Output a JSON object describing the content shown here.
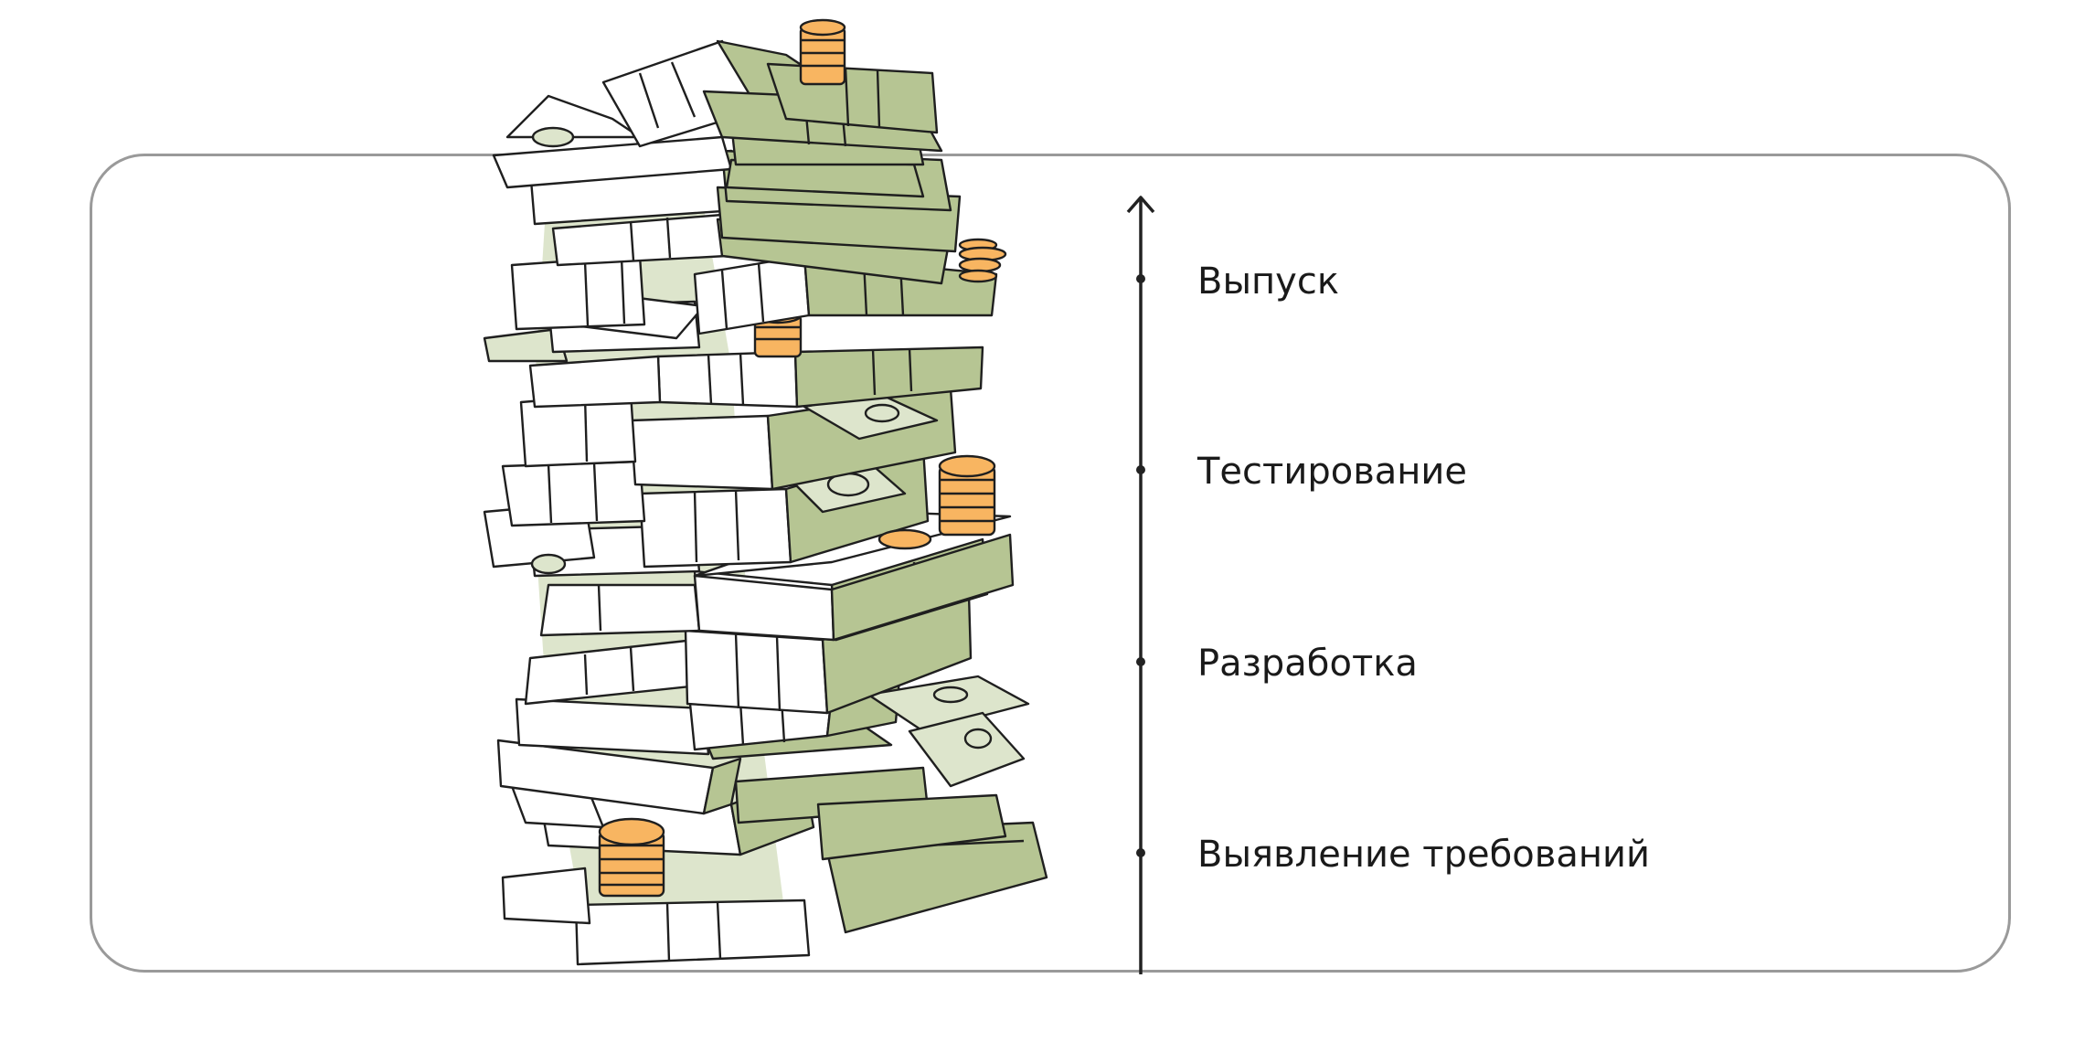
{
  "stages": [
    {
      "label": "Выпуск"
    },
    {
      "label": "Тестирование"
    },
    {
      "label": "Разработка"
    },
    {
      "label": "Выявление требований"
    }
  ],
  "illustration": {
    "icon": "money-stack-icon"
  },
  "colors": {
    "frame": "#9a9a9a",
    "axis": "#222222",
    "money_green": "#b6c593",
    "money_light": "#dde5cc",
    "coin": "#f8b561",
    "ink": "#1f1f1f"
  }
}
